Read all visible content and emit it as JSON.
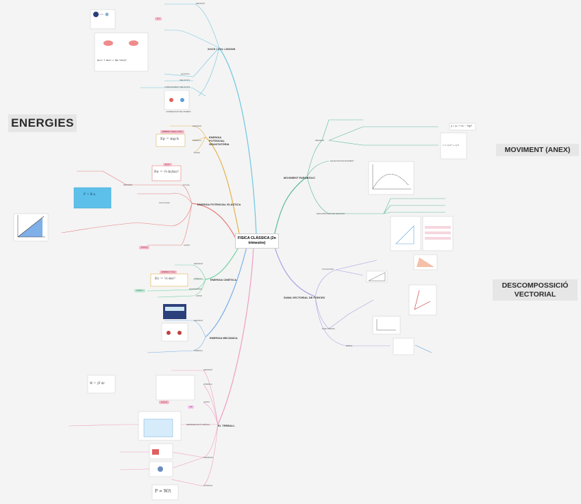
{
  "titles": {
    "energies": "ENERGIES",
    "moviment": "MOVIMENT (ANEX)",
    "descomp": "DESCOMPOSSICIÓ VECTORIAL"
  },
  "central": {
    "line1": "FISICA CLÀSSICA (2n",
    "line2": "trimestre)"
  },
  "topics": {
    "xocs": "XOCS I COL·LISIONS",
    "pot_grav": "ENERGIA POTENCIAL GRAVITATÒRIA",
    "pot_elast": "ENERGIA POTENCIAL ELÀSTICA",
    "cinetica": "ENERGIA CINÈTICA",
    "mecanica": "ENERGIA MECÀNICA",
    "treball": "EL TREBALL",
    "parabolic": "MOVIMENT PARABÒLIC",
    "forces": "SUMA VECTORIAL DE FORCES"
  },
  "subs": {
    "xocs": [
      "ELÀSTICS",
      "INELÀSTICS",
      "COMPLETAMENT INELÀSTICS",
      "CONSERVACIÓ DEL MOMENT",
      "DEFINICIÓ"
    ],
    "grav": [
      "DEFINICIÓ",
      "FÓRMULA",
      "UNITAT"
    ],
    "elast": [
      "DEFINICIÓ",
      "Fórmula",
      "Llei de Hooke",
      "UNITAT"
    ],
    "cin": [
      "DEFINICIÓ",
      "FÓRMULA",
      "EQUIVALÈNCIA",
      "UNITAT"
    ],
    "mec": [
      "DEFINICIÓ",
      "FÓRMULA"
    ],
    "treb": [
      "DEFINICIÓ",
      "FÓRMULA",
      "UNITAT",
      "REPRESENTACIÓ GRÀFICA",
      "EXEMPLES",
      "POTÈNCIA"
    ],
    "par": [
      "DEFINICIÓ",
      "EQUACIONS DE MOVIMENT",
      "DESCOMPOSICIÓ DE VELOCITAT"
    ],
    "forc": [
      "PLA INCLINAT",
      "DUES FORCES",
      "MÒDUL"
    ]
  },
  "pinks": {
    "xocs": "m·v",
    "grav": "ENERGIA = Massa x altura",
    "kelast": "Kg·m²",
    "elast": "Joule (J)",
    "cin": "ENERGIA = ½mv²",
    "cin2": "1J=1N·m",
    "treb": "Joule (J)",
    "treb2": "kW"
  },
  "formulas": {
    "grav": "Ep = mg·h",
    "elast": "Ee = ½·k(Δx)²",
    "hooke": "F = K·x",
    "cin": "Ec = ½·mv²",
    "treb": "W = ∫F·dr",
    "pot": "P = W/t",
    "xocs_eq": "m₁v₁ + m₂v₂ = (m₁+m₂)v'",
    "par_eq": "y = y₀ + v₀t − ½gt²",
    "par_vel": "v = √(vx² + vy²)"
  },
  "colors": {
    "xocs": "#6cc6e0",
    "grav": "#e3b14a",
    "elast": "#e87b7b",
    "cin": "#6fd0a0",
    "mec": "#7fb0e8",
    "treb": "#f09cc0",
    "par": "#59b89a",
    "forc": "#a9a0e0"
  }
}
